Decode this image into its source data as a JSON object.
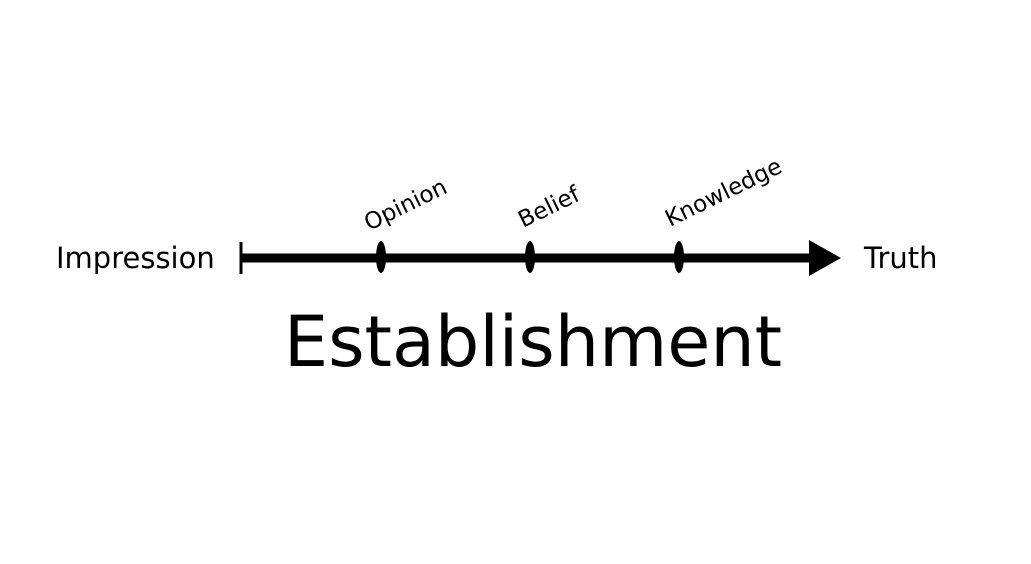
{
  "diagram": {
    "start_label": "Impression",
    "end_label": "Truth",
    "caption": "Establishment",
    "markers": [
      {
        "label": "Opinion"
      },
      {
        "label": "Belief"
      },
      {
        "label": "Knowledge"
      }
    ],
    "colors": {
      "line": "#000000",
      "text": "#000000",
      "background": "#ffffff"
    }
  }
}
